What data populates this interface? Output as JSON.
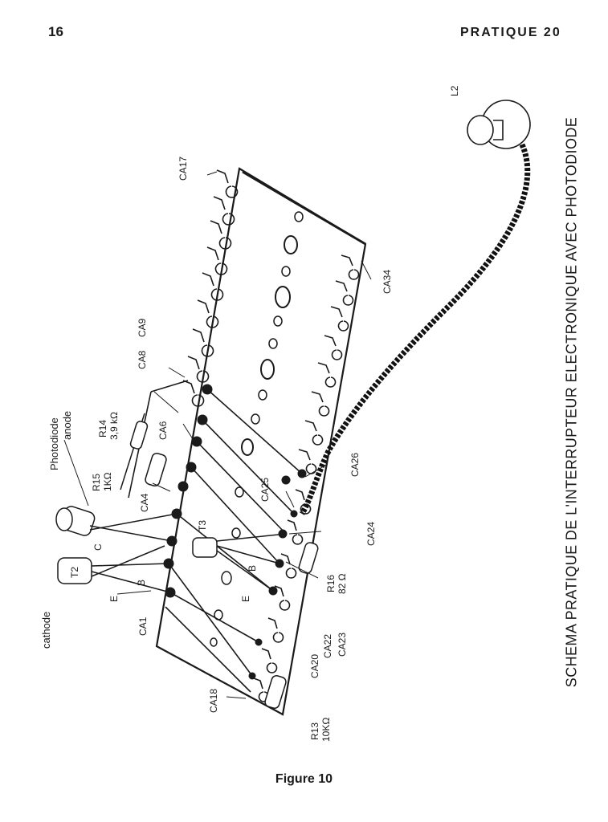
{
  "header": {
    "page_number": "16",
    "section": "PRATIQUE 20"
  },
  "side_title": "SCHEMA PRATIQUE DE L'INTERRUPTEUR ELECTRONIQUE AVEC PHOTODIODE",
  "caption": "Figure 10",
  "labels": {
    "ca17": "CA17",
    "l2": "L2",
    "ca34": "CA34",
    "ca9": "CA9",
    "ca8": "CA8",
    "r14_name": "R14",
    "r14_value": "3,9 kΩ",
    "ca6": "CA6",
    "photodiode": "Photodiode",
    "anode": "anode",
    "r15_name": "R15",
    "r15_value": "1KΩ",
    "ca4": "CA4",
    "c": "C",
    "t3": "T3",
    "t2": "T2",
    "b_t2": "B",
    "e_t2": "E",
    "b_t3": "B",
    "e_t3": "E",
    "cathode": "cathode",
    "ca1": "CA1",
    "ca25": "CA25",
    "ca26": "CA26",
    "ca24": "CA24",
    "r16_name": "R16",
    "r16_value": "82 Ω",
    "ca22": "CA22",
    "ca23": "CA23",
    "ca20": "CA20",
    "ca18": "CA18",
    "r13_name": "R13",
    "r13_value": "10KΩ"
  }
}
